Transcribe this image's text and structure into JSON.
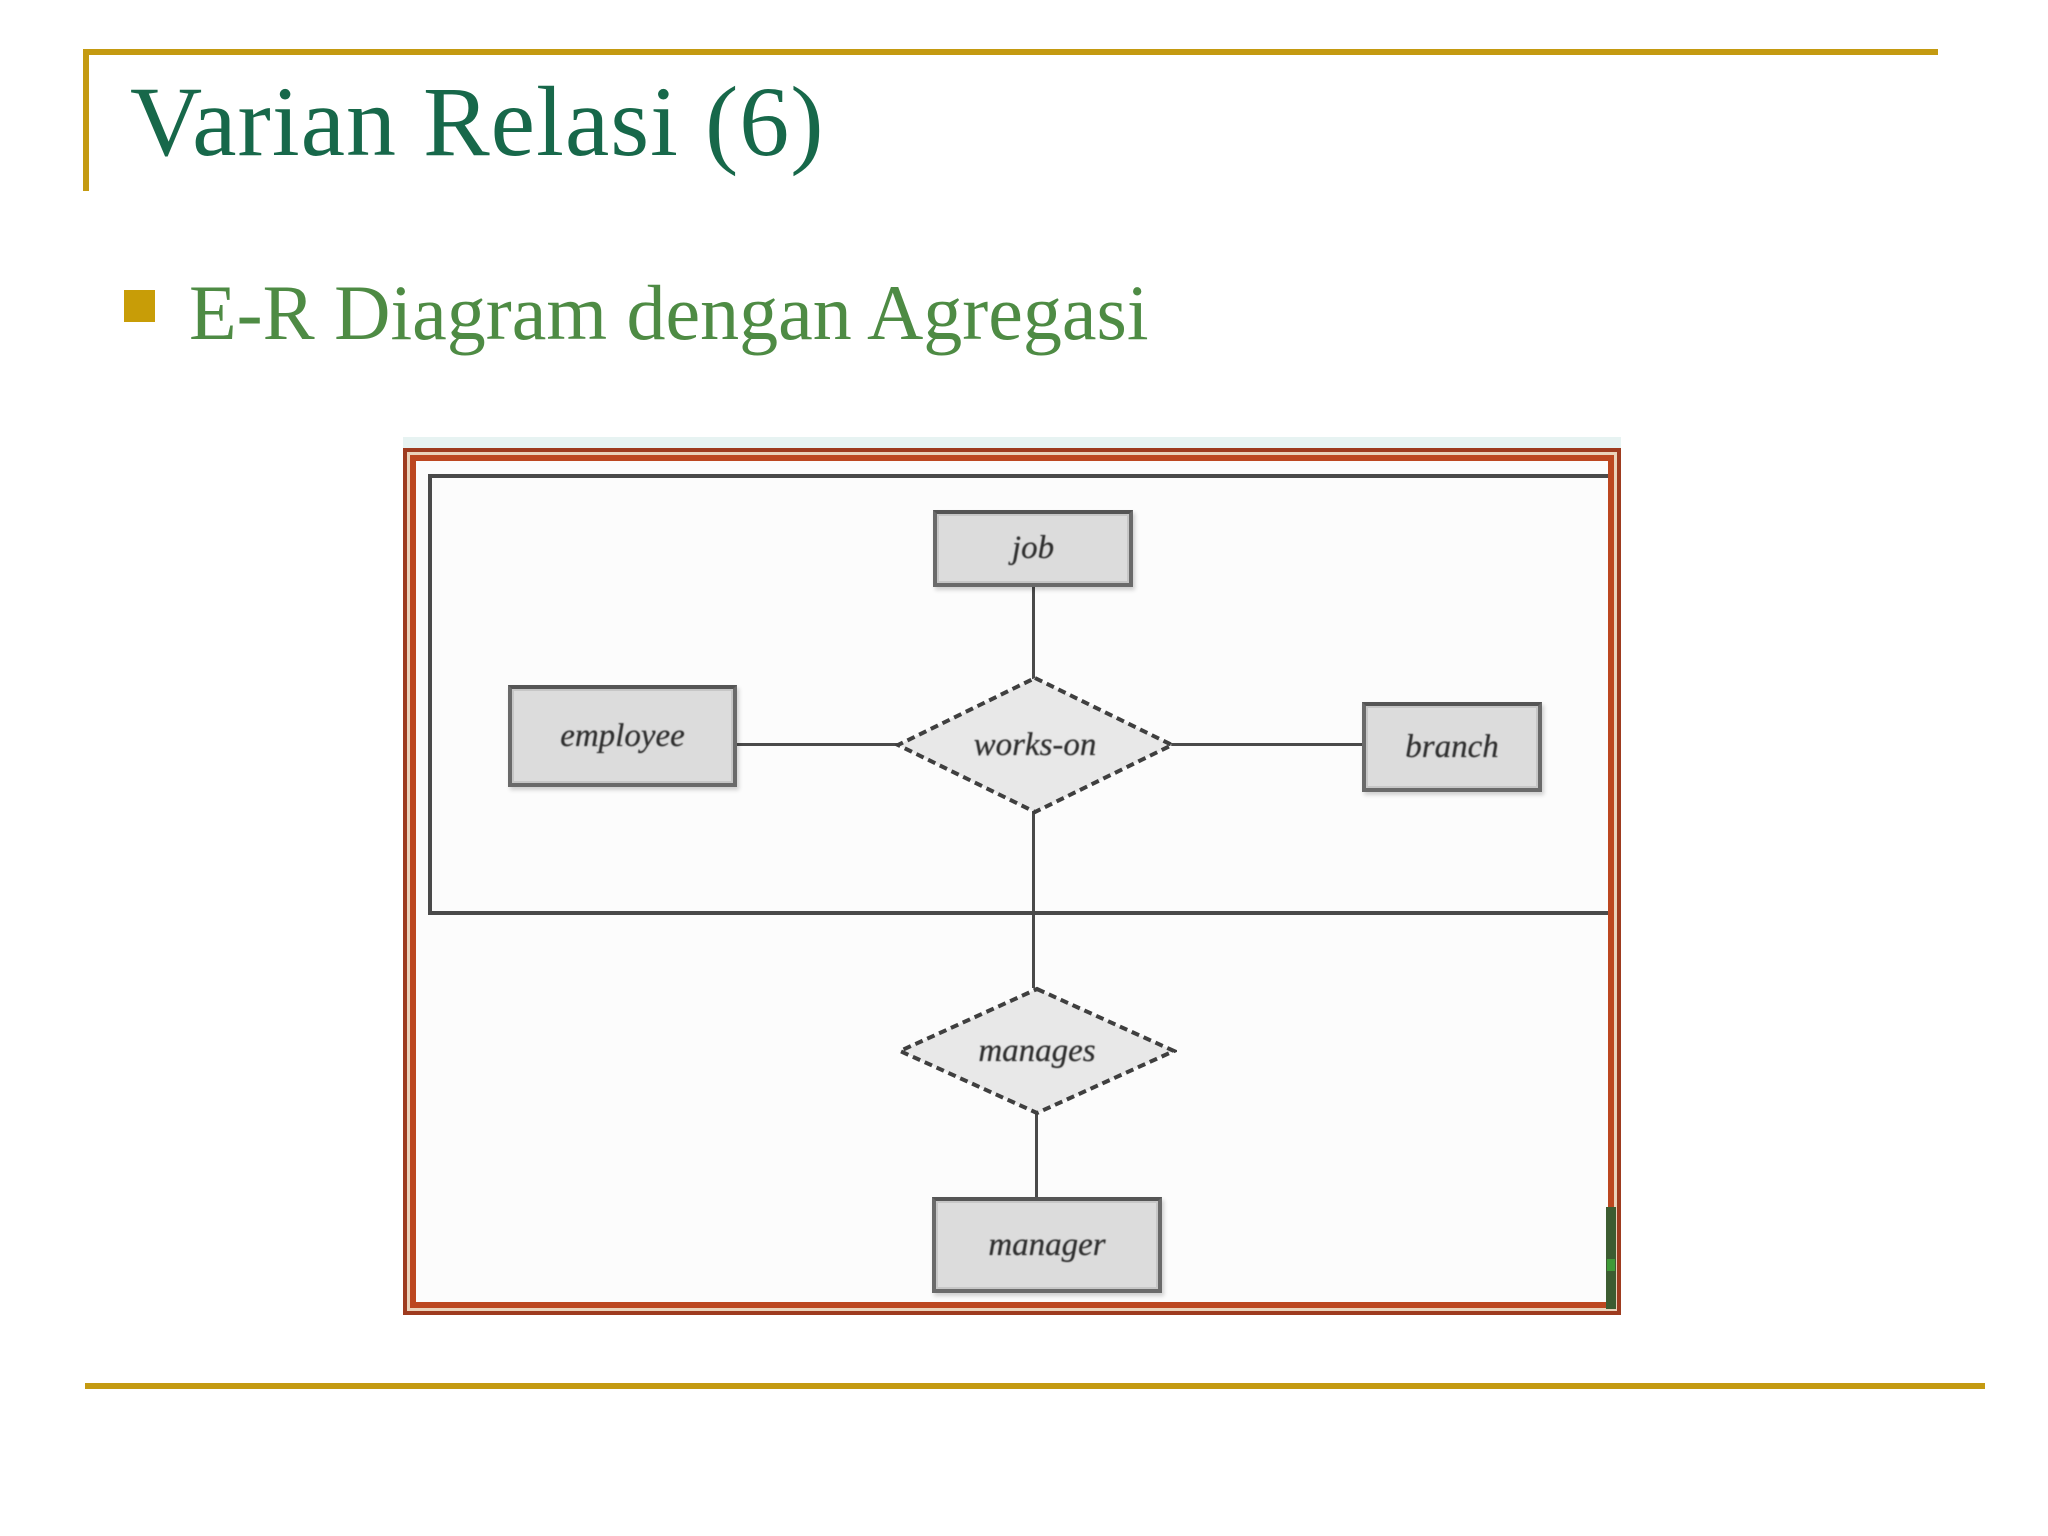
{
  "slide": {
    "title": "Varian Relasi (6)",
    "bullet": "E-R Diagram dengan Agregasi"
  },
  "diagram": {
    "entities": {
      "job": "job",
      "employee": "employee",
      "branch": "branch",
      "manager": "manager"
    },
    "relationships": {
      "works_on": "works-on",
      "manages": "manages"
    }
  },
  "colors": {
    "title_green": "#17684a",
    "bullet_green": "#4e8b44",
    "gold": "#c49a11",
    "frame_outer_red": "#9e3b1f",
    "frame_gap_cream": "#ead2ba",
    "frame_inner_red": "#bc4720",
    "line_gray": "#4a4a4a",
    "box_fill": "#dcdcdc",
    "box_border": "#6a6a6a",
    "diamond_fill": "#e8e8e8"
  }
}
